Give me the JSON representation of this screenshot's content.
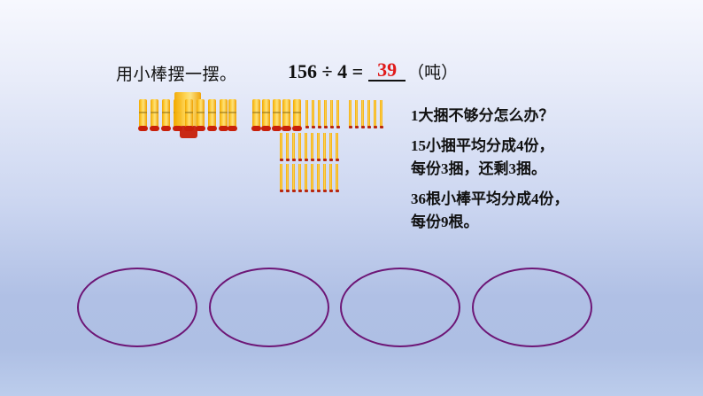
{
  "instruction": "用小棒摆一摆。",
  "equation": {
    "expression": "156 ÷ 4 =",
    "answer": "39",
    "unit": "（吨）",
    "answer_color": "#e01b1b"
  },
  "steps": [
    "1大捆不够分怎么办？",
    "15小捆平均分成4份，",
    "每份3捆，还剩3捆。",
    "36根小棒平均分成4份，",
    "每份9根。"
  ],
  "sticks": {
    "left_group": {
      "bundles": 10,
      "big_bundle": 1
    },
    "right_group": {
      "bundles": 5,
      "loose_row1": 12,
      "loose_row2": 9,
      "loose_row3": 9
    }
  },
  "ellipses": {
    "count": 4,
    "stroke_color": "#6d1676"
  },
  "colors": {
    "background_top": "#f7f8fe",
    "background_bottom": "#aebfe4",
    "stick": "#ffd34a",
    "stick_tip": "#c8200a"
  }
}
